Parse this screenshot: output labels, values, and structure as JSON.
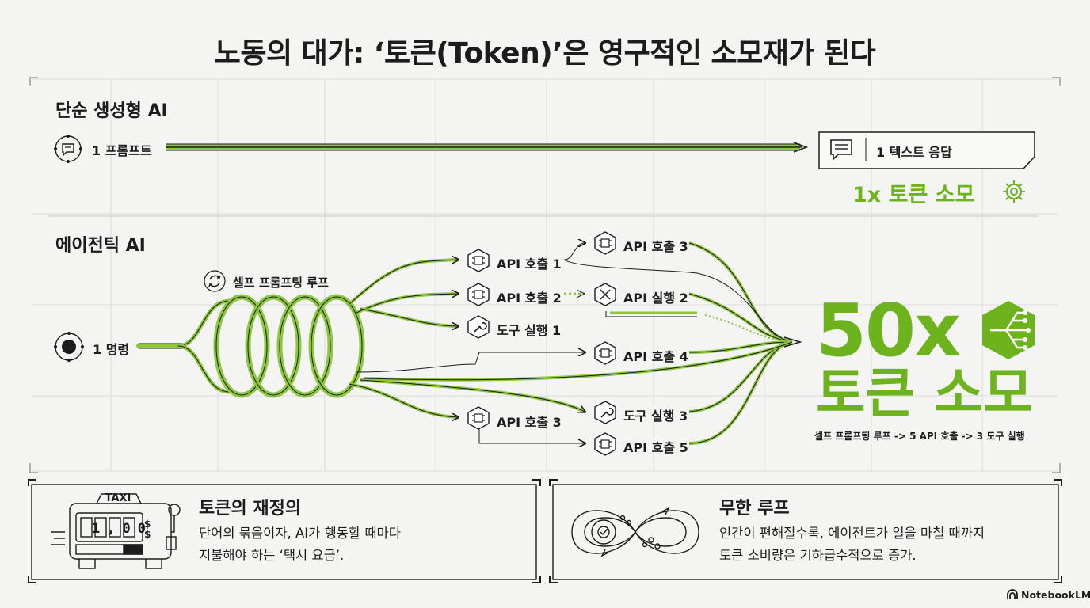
{
  "title": "노동의 대가: ‘토큰(Token)’은 영구적인 소모재가 된다",
  "simple": {
    "heading": "단순 생성형 AI",
    "prompt_label": "1 프롬프트",
    "response_label": "1 텍스트 응답",
    "consumption": "1x 토큰 소모"
  },
  "agentic": {
    "heading": "에이전틱 AI",
    "command_label": "1 명령",
    "loop_label": "셀프 프롬프팅 루프",
    "nodes": {
      "api1": "API 호출 1",
      "api2": "API 호출 2",
      "tool1": "도구 실행 1",
      "api3_top": "API 호출 3",
      "api_exec2": "API 실행 2",
      "api4": "API 호출 4",
      "api3_bottom": "API 호출 3",
      "tool3": "도구 실행 3",
      "api5": "API 호출 5"
    },
    "consumption_big": "50x",
    "consumption_text": "토큰 소모",
    "summary": "셀프 프롬프팅 루프 -> 5 API 호출 -> 3 도구 실행"
  },
  "cards": [
    {
      "title": "토큰의 재정의",
      "body_line1": "단어의 묶음이자, AI가 행동할 때마다",
      "body_line2": "지불해야 하는 ‘택시 요금’.",
      "meter_sign": "TAXI",
      "meter_digits": "1,00",
      "meter_currency": "$ $"
    },
    {
      "title": "무한 루프",
      "body_line1": "인간이 편해질수록, 에이전트가 일을 마칠 때까지",
      "body_line2": "토큰 소비량은 기하급수적으로 증가."
    }
  ],
  "footer_brand": "NotebookLM",
  "icons": {
    "prompt": "chat-bubble-icon",
    "response": "chat-lines-icon",
    "gear": "gear-icon",
    "command": "record-dot-icon",
    "loop": "refresh-icon",
    "api": "circuit-chip-icon",
    "tool": "wrench-icon",
    "chip": "circuit-chip-icon",
    "taxi": "taxi-meter-icon",
    "infinity": "infinity-loop-icon",
    "brand": "notebooklm-logo-icon"
  },
  "colors": {
    "accent_green": "#6db31d",
    "line_dark": "#1c1c1c",
    "background": "#f4f4f3"
  }
}
